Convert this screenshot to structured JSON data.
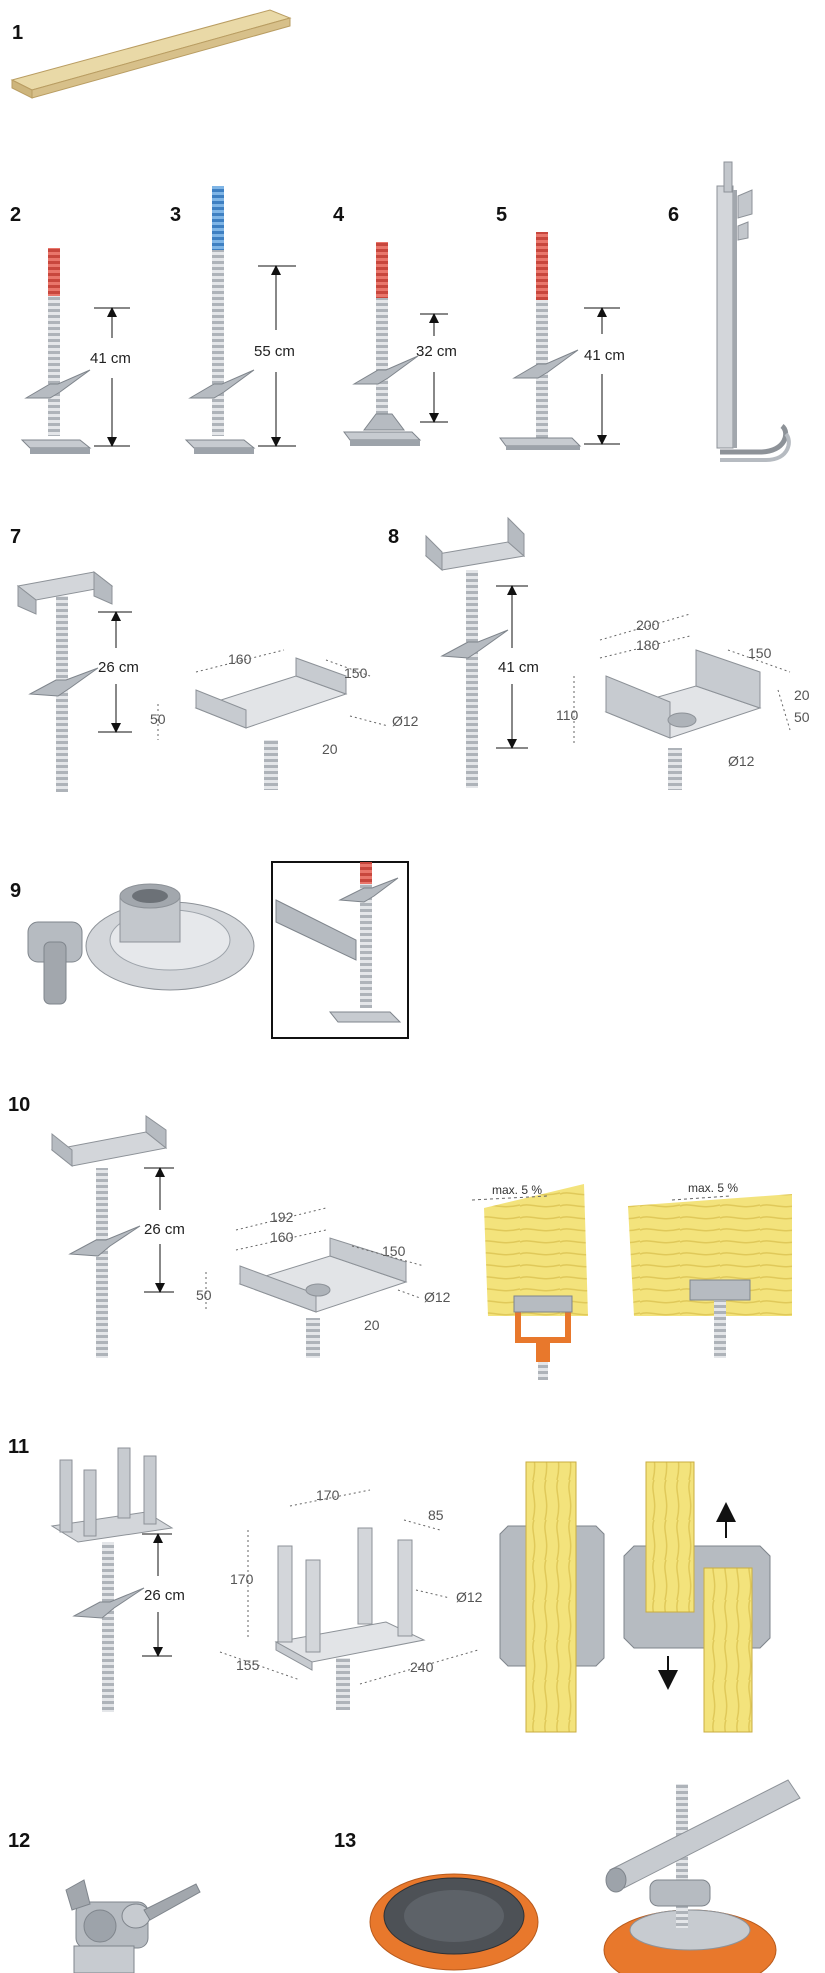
{
  "items": [
    {
      "number": "1"
    },
    {
      "number": "2",
      "dimension": "41 cm"
    },
    {
      "number": "3",
      "dimension": "55 cm"
    },
    {
      "number": "4",
      "dimension": "32 cm"
    },
    {
      "number": "5",
      "dimension": "41 cm"
    },
    {
      "number": "6"
    },
    {
      "number": "7",
      "dimension": "26 cm",
      "drawing": {
        "a": "160",
        "b": "150",
        "c": "50",
        "d": "20",
        "hole": "Ø12"
      }
    },
    {
      "number": "8",
      "dimension": "41 cm",
      "drawing": {
        "a": "200",
        "b": "180",
        "c": "150",
        "d": "110",
        "e": "20",
        "f": "50",
        "hole": "Ø12"
      }
    },
    {
      "number": "9"
    },
    {
      "number": "10",
      "dimension": "26 cm",
      "drawing": {
        "a": "192",
        "b": "160",
        "c": "150",
        "d": "50",
        "e": "20",
        "hole": "Ø12"
      },
      "tilt_a": "max. 5 %",
      "tilt_b": "max. 5 %"
    },
    {
      "number": "11",
      "dimension": "26 cm",
      "drawing": {
        "a": "170",
        "b": "85",
        "c": "170",
        "d": "155",
        "e": "240",
        "hole": "Ø12"
      }
    },
    {
      "number": "12"
    },
    {
      "number": "13"
    }
  ],
  "colors": {
    "metal": "#c9ccd0",
    "metal_dark": "#8d9298",
    "red_thread": "#d9544a",
    "blue_thread": "#5a9ad6",
    "wood": "#f1e07a",
    "orange": "#e8782c"
  }
}
